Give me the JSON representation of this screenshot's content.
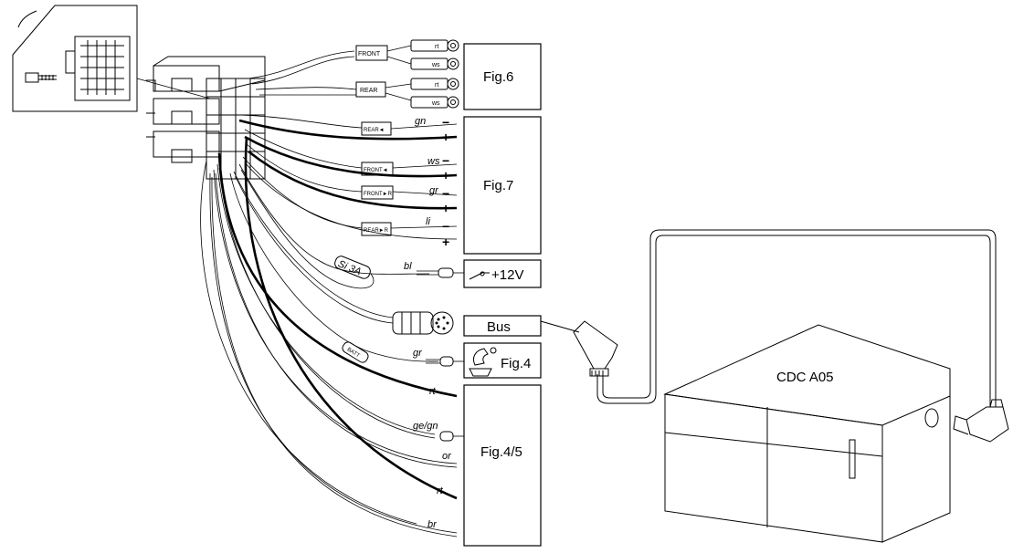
{
  "figures": {
    "fig6": "Fig.6",
    "fig7": "Fig.7",
    "fig4": "Fig.4",
    "fig45": "Fig.4/5",
    "bus": "Bus",
    "ignition": "+12V"
  },
  "line_out_labels": {
    "front": "FRONT",
    "rear": "REAR",
    "front_top": "rt",
    "front_bottom": "ws",
    "rear_top": "rt",
    "rear_bottom": "ws"
  },
  "speakers": [
    {
      "tag": "REAR◄",
      "color": "gn"
    },
    {
      "tag": "FRONT◄",
      "color": "ws"
    },
    {
      "tag": "FRONT►R",
      "color": "gr"
    },
    {
      "tag": "REAR►R",
      "color": "li"
    }
  ],
  "polarity": {
    "minus": "−",
    "plus": "+"
  },
  "fuse": "Si 3A",
  "batt": "BATT",
  "wire_labels": {
    "ignition": "bl",
    "phone": "gr",
    "rt1": "rt",
    "gegn": "ge/gn",
    "or": "or",
    "rt2": "rt",
    "br": "br"
  },
  "changer": {
    "name": "CDC A05"
  },
  "icons": [
    "connector-block-icon",
    "ignition-switch-icon",
    "phone-icon",
    "din-plug-icon",
    "cd-changer-icon"
  ]
}
